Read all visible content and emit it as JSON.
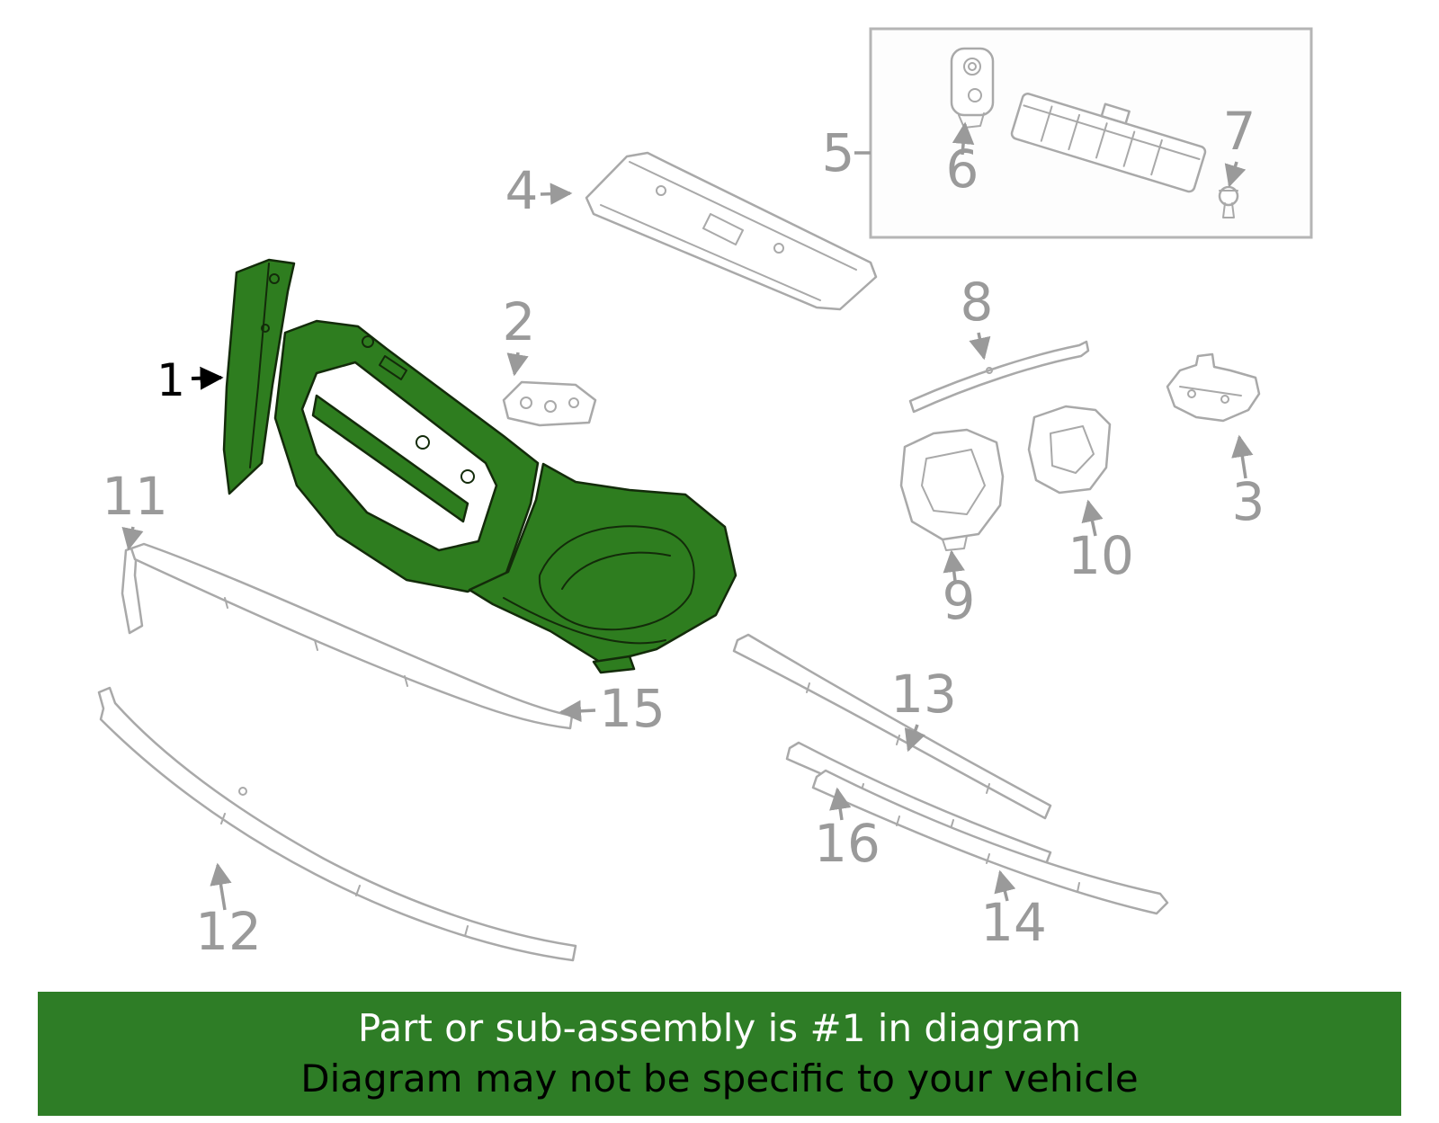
{
  "colors": {
    "highlight_green": "#2e7d1f",
    "banner_green": "#2e7d26",
    "line_gray": "#a9a9a9",
    "label_gray": "#9a9a9a",
    "label_black": "#000000"
  },
  "callouts": {
    "c1": "1",
    "c2": "2",
    "c3": "3",
    "c4": "4",
    "c5": "5",
    "c6": "6",
    "c7": "7",
    "c8": "8",
    "c9": "9",
    "c10": "10",
    "c11": "11",
    "c12": "12",
    "c13": "13",
    "c14": "14",
    "c15": "15",
    "c16": "16"
  },
  "banner": {
    "line1": "Part or sub-assembly is #1 in diagram",
    "line2": "Diagram may not be specific to your vehicle",
    "bg_color": "#2e7d26",
    "line1_color": "#ffffff",
    "line2_color": "#000000"
  }
}
